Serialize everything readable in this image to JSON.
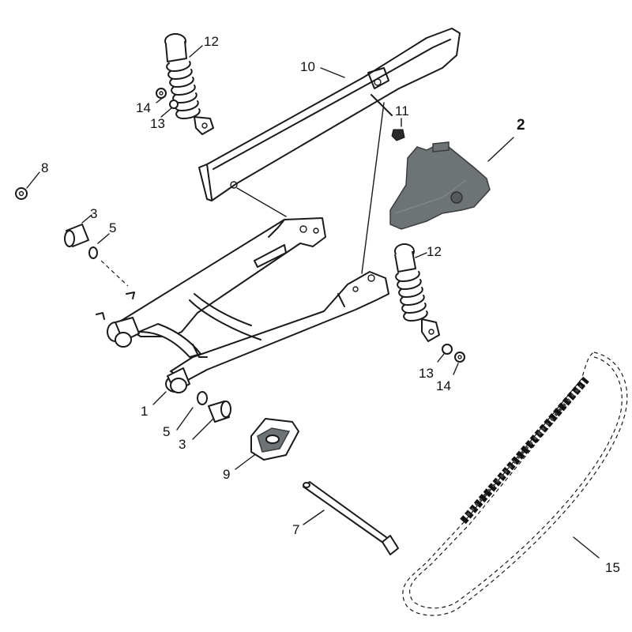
{
  "diagram": {
    "callouts": {
      "c1": "1",
      "c2": "2",
      "c3a": "3",
      "c3b": "3",
      "c5a": "5",
      "c5b": "5",
      "c7": "7",
      "c8": "8",
      "c9": "9",
      "c10": "10",
      "c11": "11",
      "c12a": "12",
      "c12b": "12",
      "c13a": "13",
      "c13b": "13",
      "c14a": "14",
      "c14b": "14",
      "c15": "15"
    },
    "colors": {
      "ink": "#1a1a1a",
      "cover_grey": "#6e7376",
      "background": "#ffffff"
    }
  }
}
